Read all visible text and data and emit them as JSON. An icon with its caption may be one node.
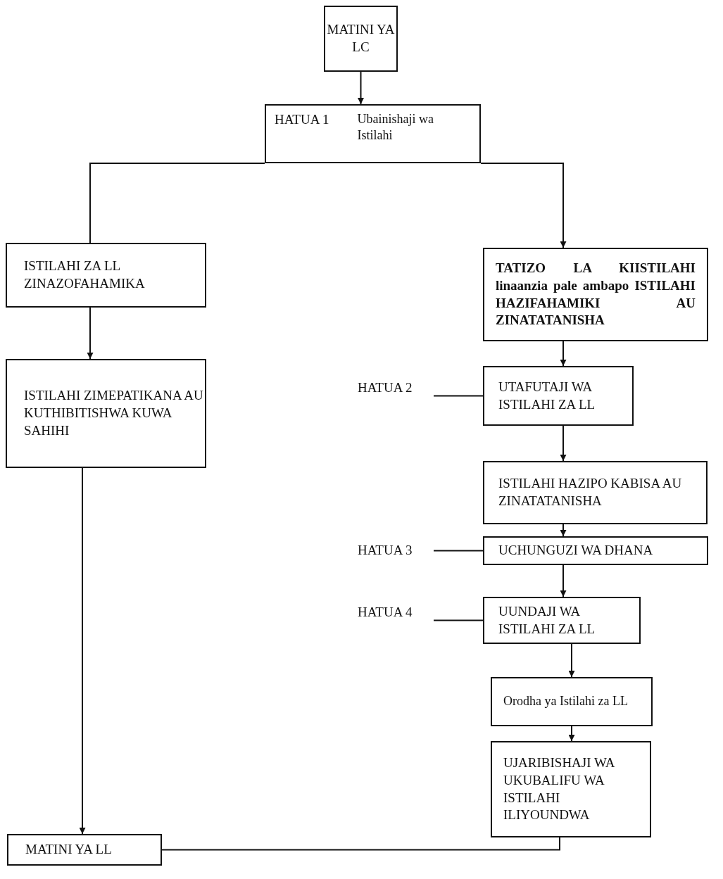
{
  "diagram": {
    "nodes": [
      {
        "text": [
          "MATINI YA LC"
        ]
      },
      {
        "text": [
          "HATUA 1",
          "Ubainishaji wa Istilahi"
        ]
      },
      {
        "text": [
          "ISTILAHI ZA LL ZINAZOFAHAMIKA"
        ]
      },
      {
        "text": [
          "ISTILAHI ZIMEPATIKANA AU KUTHIBITISHWA KUWA SAHIHI"
        ]
      },
      {
        "text": [
          "TATIZO LA KIISTILAHI linaanzia pale ambapo ISTILAHI HAZIFAHAMIKI AU ZINATATANISHA"
        ]
      },
      {
        "text": [
          "HATUA 2"
        ]
      },
      {
        "text": [
          "UTAFUTAJI WA ISTILAHI ZA LL"
        ]
      },
      {
        "text": [
          "ISTILAHI HAZIPO KABISA AU ZINATATANISHA"
        ]
      },
      {
        "text": [
          "HATUA 3"
        ]
      },
      {
        "text": [
          "UCHUNGUZI WA DHANA"
        ]
      },
      {
        "text": [
          "HATUA 4"
        ]
      },
      {
        "text": [
          "UUNDAJI WA ISTILAHI ZA LL"
        ]
      },
      {
        "text": [
          "Orodha ya Istilahi za LL"
        ]
      },
      {
        "text": [
          "UJARIBISHAJI WA UKUBALIFU WA ISTILAHI ILIYOUNDWA"
        ]
      },
      {
        "text": [
          "MATINI YA LL"
        ]
      }
    ],
    "edges": [
      {
        "from": 0,
        "to": 1,
        "arrow": "to"
      },
      {
        "from": 1,
        "to": 2,
        "arrow": "none"
      },
      {
        "from": 1,
        "to": 4,
        "arrow": "to"
      },
      {
        "from": 2,
        "to": 3,
        "arrow": "to"
      },
      {
        "from": 3,
        "to": 14,
        "arrow": "to"
      },
      {
        "from": 4,
        "to": 6,
        "arrow": "to"
      },
      {
        "from": 5,
        "to": 6,
        "arrow": "none"
      },
      {
        "from": 6,
        "to": 7,
        "arrow": "to"
      },
      {
        "from": 7,
        "to": 9,
        "arrow": "to"
      },
      {
        "from": 8,
        "to": 9,
        "arrow": "none"
      },
      {
        "from": 9,
        "to": 11,
        "arrow": "to"
      },
      {
        "from": 10,
        "to": 11,
        "arrow": "none"
      },
      {
        "from": 11,
        "to": 12,
        "arrow": "to"
      },
      {
        "from": 12,
        "to": 13,
        "arrow": "to"
      },
      {
        "from": 13,
        "to": 14,
        "arrow": "none"
      }
    ]
  }
}
